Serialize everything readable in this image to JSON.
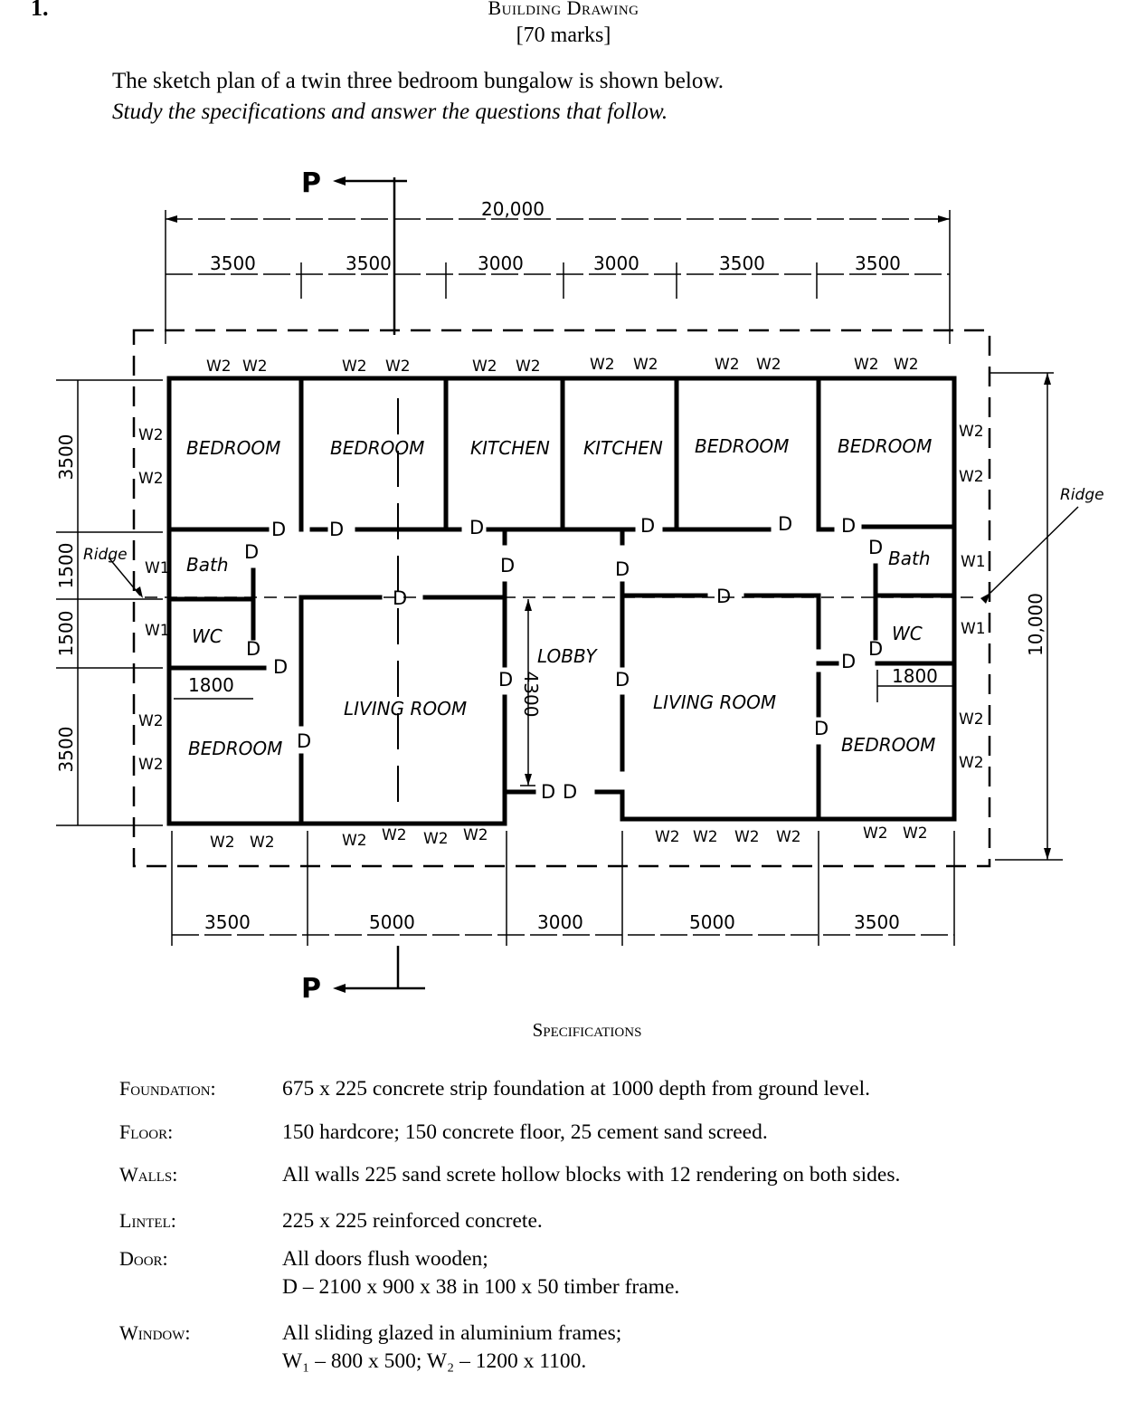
{
  "header": {
    "question_number": "1.",
    "title": "Building Drawing",
    "marks": "[70 marks]"
  },
  "intro": {
    "line1": "The sketch plan of a twin three bedroom bungalow is shown below.",
    "line2": "Study the specifications  and answer the questions that follow."
  },
  "plan": {
    "section_label": "P",
    "overall_width": "20,000",
    "overall_depth": "10,000",
    "top_dims": [
      "3500",
      "3500",
      "3000",
      "3000",
      "3500",
      "3500"
    ],
    "bottom_dims": [
      "3500",
      "5000",
      "3000",
      "5000",
      "3500"
    ],
    "left_dims": [
      "3500",
      "1500",
      "1500",
      "3500"
    ],
    "lobby_dim": "4300",
    "wc_dim": "1800",
    "ridge_label": "Ridge",
    "rooms": {
      "bedroom": "BEDROOM",
      "kitchen": "KITCHEN",
      "bath": "Bath",
      "wc": "WC",
      "living_room": "LIVING ROOM",
      "lobby": "LOBBY"
    },
    "door_mark": "D",
    "window_w1": "W1",
    "window_w2": "W2"
  },
  "specifications": {
    "title": "Specifications",
    "rows": [
      {
        "label": "Foundation:",
        "lines": [
          "675 x 225 concrete strip foundation at 1000 depth from ground level."
        ]
      },
      {
        "label": "Floor:",
        "lines": [
          "150 hardcore; 150 concrete floor, 25 cement sand screed."
        ]
      },
      {
        "label": "Walls:",
        "lines": [
          "All walls 225 sand screte hollow blocks with 12 rendering on both sides."
        ]
      },
      {
        "label": "Lintel:",
        "lines": [
          "225 x 225 reinforced concrete."
        ]
      },
      {
        "label": "Door:",
        "lines": [
          "All doors flush wooden;",
          "D – 2100  x  900  x  38  in 100  x  50 timber frame."
        ]
      },
      {
        "label": "Window:",
        "lines": [
          "All sliding glazed in aluminium frames;",
          "W₁ – 800  x  500;  W₂ – 1200  x  1100."
        ]
      }
    ]
  }
}
